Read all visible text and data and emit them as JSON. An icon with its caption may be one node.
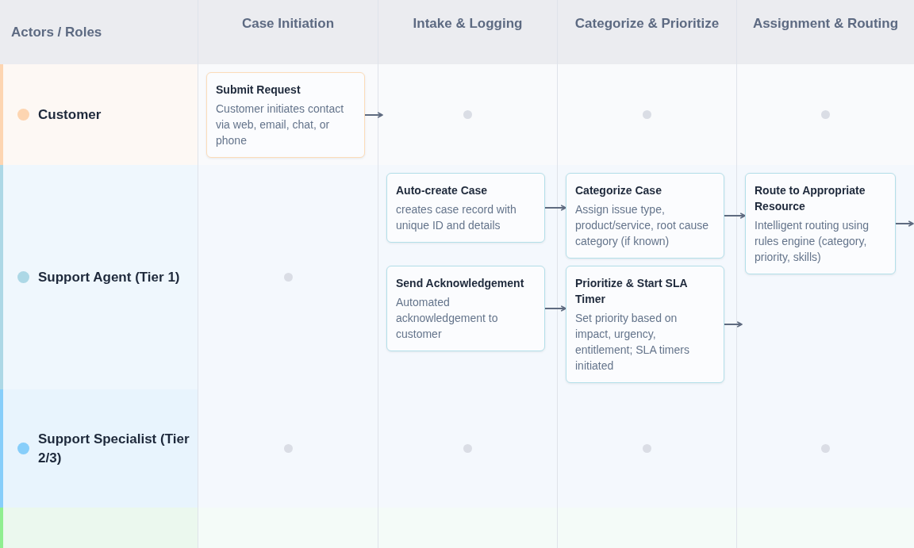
{
  "diagram": {
    "nodes": [
      {
        "text": [
          "Actors / Roles"
        ]
      },
      {
        "text": [
          "Case Initiation"
        ]
      },
      {
        "text": [
          "Intake & Logging"
        ]
      },
      {
        "text": [
          "Categorize & Prioritize"
        ]
      },
      {
        "text": [
          "Assignment & Routing"
        ]
      },
      {
        "text": [
          "Customer"
        ]
      },
      {
        "text": [
          "Submit Request",
          "Customer initiates contact via web, email, chat, or phone"
        ]
      },
      {
        "text": [
          "Support Agent (Tier 1)"
        ]
      },
      {
        "text": [
          "Auto-create Case",
          "creates case record with unique ID and details"
        ]
      },
      {
        "text": [
          "Categorize Case",
          "Assign issue type, product/service, root cause category (if known)"
        ]
      },
      {
        "text": [
          "Route to Appropriate Resource",
          "Intelligent routing using rules engine (category, priority, skills)"
        ]
      },
      {
        "text": [
          "Send Acknowledgement",
          "Automated acknowledgement to customer"
        ]
      },
      {
        "text": [
          "Prioritize & Start SLA Timer",
          "Set priority based on impact, urgency, entitlement; SLA timers initiated"
        ]
      },
      {
        "text": [
          "Support Specialist (Tier 2/3)"
        ]
      },
      {
        "text": [],
        "shape": "bar"
      }
    ],
    "edges": [
      {
        "from": 6,
        "to": null,
        "arrow": "to"
      },
      {
        "from": 8,
        "to": 9,
        "arrow": "to"
      },
      {
        "from": 9,
        "to": 10,
        "arrow": "to"
      },
      {
        "from": 10,
        "to": null,
        "arrow": "to"
      },
      {
        "from": 11,
        "to": 12,
        "arrow": "to"
      },
      {
        "from": 12,
        "to": null,
        "arrow": "to"
      }
    ]
  }
}
